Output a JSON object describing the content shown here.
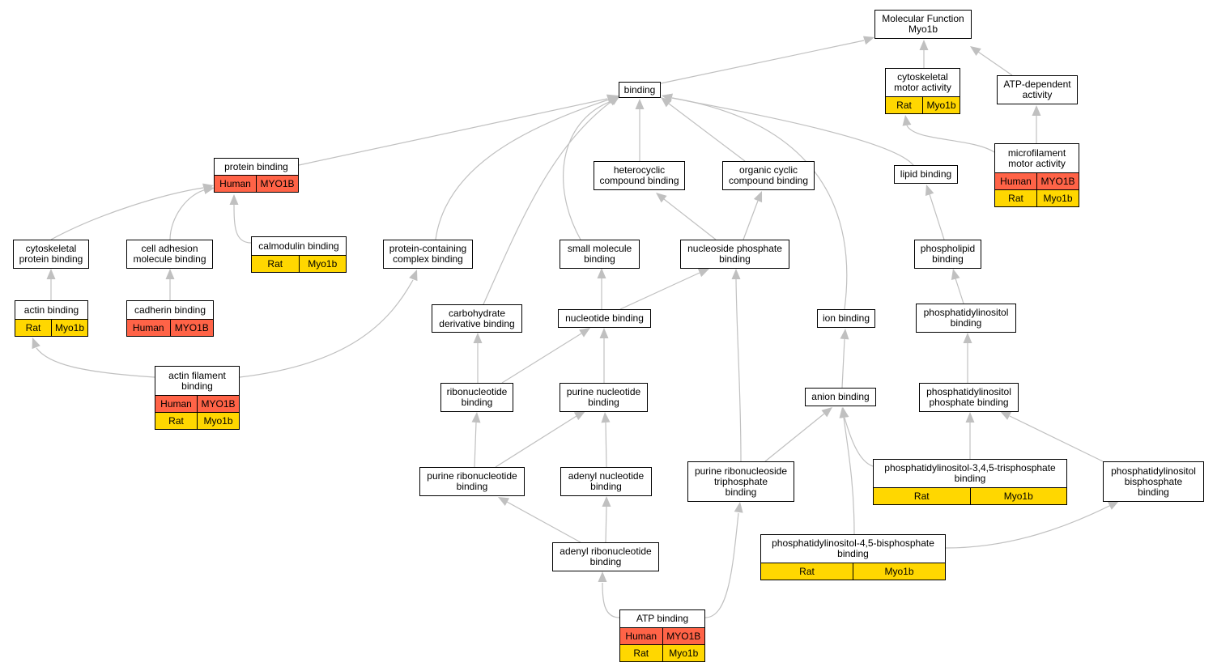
{
  "colors": {
    "human": "#FF6347",
    "rat": "#FFD700",
    "edge": "#C0C0C0",
    "border": "#000000",
    "background": "#FFFFFF"
  },
  "nodes": [
    {
      "id": "mf",
      "label": "Molecular Function\nMyo1b",
      "annotations": []
    },
    {
      "id": "binding",
      "label": "binding",
      "annotations": []
    },
    {
      "id": "cyto_motor",
      "label": "cytoskeletal\nmotor activity",
      "annotations": [
        [
          "Rat",
          "Myo1b"
        ]
      ]
    },
    {
      "id": "atp_dep",
      "label": "ATP-dependent\nactivity",
      "annotations": []
    },
    {
      "id": "microfil",
      "label": "microfilament\nmotor activity",
      "annotations": [
        [
          "Human",
          "MYO1B"
        ],
        [
          "Rat",
          "Myo1b"
        ]
      ]
    },
    {
      "id": "protein_binding",
      "label": "protein binding",
      "annotations": [
        [
          "Human",
          "MYO1B"
        ]
      ]
    },
    {
      "id": "heterocyclic",
      "label": "heterocyclic\ncompound binding",
      "annotations": []
    },
    {
      "id": "organic_cyclic",
      "label": "organic cyclic\ncompound binding",
      "annotations": []
    },
    {
      "id": "lipid_binding",
      "label": "lipid binding",
      "annotations": []
    },
    {
      "id": "cyto_protein",
      "label": "cytoskeletal\nprotein binding",
      "annotations": []
    },
    {
      "id": "cell_adhesion",
      "label": "cell adhesion\nmolecule binding",
      "annotations": []
    },
    {
      "id": "calmodulin",
      "label": "calmodulin binding",
      "annotations": [
        [
          "Rat",
          "Myo1b"
        ]
      ]
    },
    {
      "id": "protein_complex",
      "label": "protein-containing\ncomplex binding",
      "annotations": []
    },
    {
      "id": "small_molecule",
      "label": "small molecule\nbinding",
      "annotations": []
    },
    {
      "id": "nucleoside_phosphate",
      "label": "nucleoside phosphate\nbinding",
      "annotations": []
    },
    {
      "id": "phospholipid",
      "label": "phospholipid\nbinding",
      "annotations": []
    },
    {
      "id": "actin_binding",
      "label": "actin binding",
      "annotations": [
        [
          "Rat",
          "Myo1b"
        ]
      ]
    },
    {
      "id": "cadherin",
      "label": "cadherin binding",
      "annotations": [
        [
          "Human",
          "MYO1B"
        ]
      ]
    },
    {
      "id": "carbohydrate",
      "label": "carbohydrate\nderivative binding",
      "annotations": []
    },
    {
      "id": "nucleotide",
      "label": "nucleotide binding",
      "annotations": []
    },
    {
      "id": "ion_binding",
      "label": "ion binding",
      "annotations": []
    },
    {
      "id": "ptdins",
      "label": "phosphatidylinositol\nbinding",
      "annotations": []
    },
    {
      "id": "actin_filament",
      "label": "actin filament\nbinding",
      "annotations": [
        [
          "Human",
          "MYO1B"
        ],
        [
          "Rat",
          "Myo1b"
        ]
      ]
    },
    {
      "id": "ribonucleotide",
      "label": "ribonucleotide\nbinding",
      "annotations": []
    },
    {
      "id": "purine_nucleotide",
      "label": "purine nucleotide\nbinding",
      "annotations": []
    },
    {
      "id": "anion_binding",
      "label": "anion binding",
      "annotations": []
    },
    {
      "id": "ptdins_phosphate",
      "label": "phosphatidylinositol\nphosphate binding",
      "annotations": []
    },
    {
      "id": "purine_ribonucleotide",
      "label": "purine ribonucleotide\nbinding",
      "annotations": []
    },
    {
      "id": "adenyl_nucleotide",
      "label": "adenyl nucleotide\nbinding",
      "annotations": []
    },
    {
      "id": "purine_ribonucleoside_tp",
      "label": "purine ribonucleoside\ntriphosphate\nbinding",
      "annotations": []
    },
    {
      "id": "pip3",
      "label": "phosphatidylinositol-3,4,5-trisphosphate\nbinding",
      "annotations": [
        [
          "Rat",
          "Myo1b"
        ]
      ]
    },
    {
      "id": "ptdins_bisphosphate",
      "label": "phosphatidylinositol\nbisphosphate\nbinding",
      "annotations": []
    },
    {
      "id": "adenyl_ribonucleotide",
      "label": "adenyl ribonucleotide\nbinding",
      "annotations": []
    },
    {
      "id": "pip2",
      "label": "phosphatidylinositol-4,5-bisphosphate\nbinding",
      "annotations": [
        [
          "Rat",
          "Myo1b"
        ]
      ]
    },
    {
      "id": "atp_binding",
      "label": "ATP binding",
      "annotations": [
        [
          "Human",
          "MYO1B"
        ],
        [
          "Rat",
          "Myo1b"
        ]
      ]
    }
  ]
}
